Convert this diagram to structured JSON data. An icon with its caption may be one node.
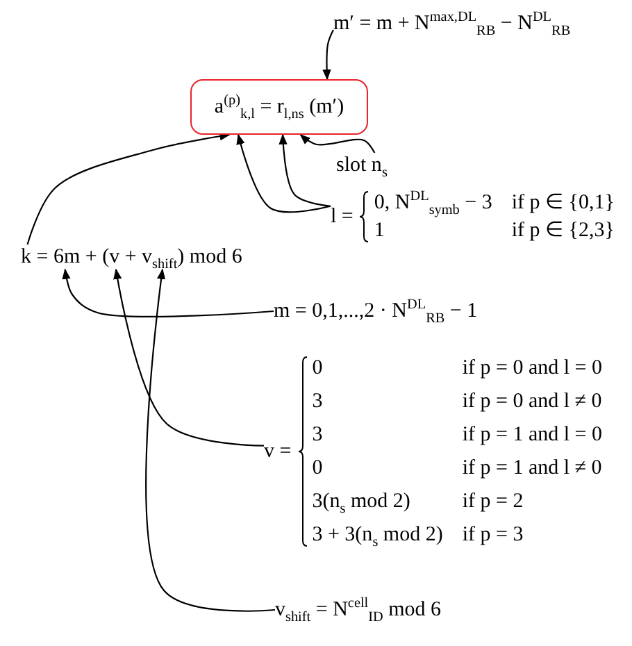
{
  "diagram": {
    "nodes": [
      {
        "text": [
          "m′ = m + N$^{max,DL}$$_{RB}$ − N$^{DL}$$_{RB}$"
        ]
      },
      {
        "text": [
          "a$^{(p)}$$_{k,l}$ = r$_{l,n}$$_{s}$ (m′)"
        ]
      },
      {
        "text": [
          "slot n$_{s}$"
        ]
      },
      {
        "text": [
          "l =",
          "0, N$^{DL}$$_{symb}$ − 3",
          "if p ∈ {0,1}",
          "1",
          "if p ∈ {2,3}"
        ]
      },
      {
        "text": [
          "k = 6m + (v + v$_{shift}$) mod 6"
        ]
      },
      {
        "text": [
          "m = 0,1,...,2 · N$^{DL}$$_{RB}$ − 1"
        ]
      },
      {
        "text": [
          "v =",
          "0",
          "if p = 0 and l = 0",
          "3",
          "if p = 0 and l ≠ 0",
          "3",
          "if p = 1 and l = 0",
          "0",
          "if p = 1 and l ≠ 0",
          "3(n$_{s}$ mod 2)",
          "if p = 2",
          "3 + 3(n$_{s}$ mod 2)",
          "if p = 3"
        ]
      },
      {
        "text": [
          "v$_{shift}$ = N$^{cell}$$_{ID}$ mod 6"
        ]
      }
    ],
    "edges": [
      {
        "from": 0,
        "to": 1,
        "arrow": "to"
      },
      {
        "from": 4,
        "to": 1,
        "arrow": "to"
      },
      {
        "from": 3,
        "to": 1,
        "arrow": "to"
      },
      {
        "from": 3,
        "to": 1,
        "arrow": "to"
      },
      {
        "from": 2,
        "to": 1,
        "arrow": "to"
      },
      {
        "from": 5,
        "to": 4,
        "arrow": "to"
      },
      {
        "from": 6,
        "to": 4,
        "arrow": "to"
      },
      {
        "from": 7,
        "to": 4,
        "arrow": "to"
      }
    ]
  }
}
